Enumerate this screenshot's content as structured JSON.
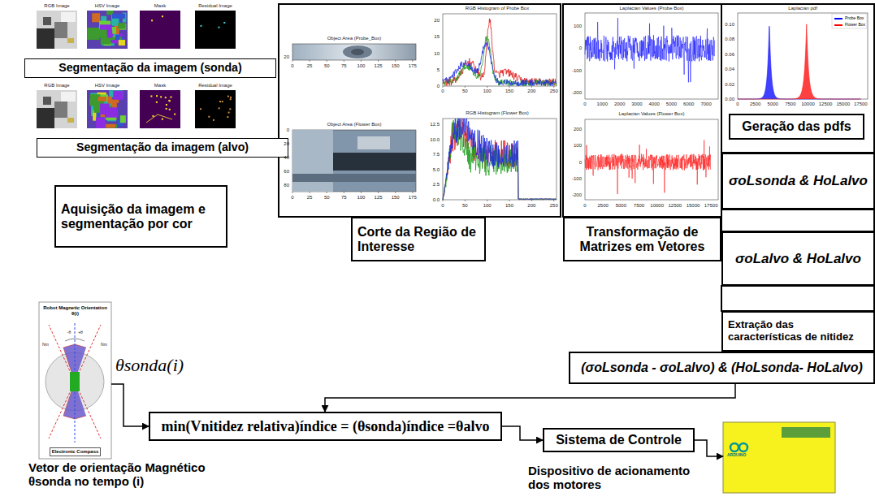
{
  "diagram": {
    "nodes": [
      {
        "text": [
          "Segmentação da imagem (sonda)"
        ]
      },
      {
        "text": [
          "Segmentação da imagem (alvo)"
        ]
      },
      {
        "text": [
          "Aquisição da imagem e segmentação por cor"
        ]
      },
      {
        "text": [
          "Corte da Região de Interesse"
        ]
      },
      {
        "text": [
          "Transformação de Matrizes em Vetores"
        ]
      },
      {
        "text": [
          "Geração das pdfs"
        ]
      },
      {
        "text": [
          "σoLsonda & HoLalvo"
        ]
      },
      {
        "text": [
          "σoLalvo & HoLalvo"
        ]
      },
      {
        "text": [
          "Extração das características de nitidez"
        ]
      },
      {
        "text": [
          "(σoLsonda - σoLalvo) & (HoLsonda- HoLalvo)"
        ]
      },
      {
        "text": [
          "Robot Magnetic Orientation θ(i)",
          "Electronic Compass"
        ]
      },
      {
        "text": [
          "min(Vnitidez relativa)índice = (θsonda)índice =θalvo"
        ]
      },
      {
        "text": [
          "Sistema de Controle"
        ]
      },
      {
        "text": [
          "ARDUINO"
        ]
      }
    ],
    "edges": [
      {
        "from": 10,
        "to": 11,
        "arrow": "to"
      },
      {
        "from": 9,
        "to": 11,
        "arrow": "to"
      },
      {
        "from": 11,
        "to": 12,
        "arrow": "to"
      },
      {
        "from": 12,
        "to": 13,
        "arrow": "to"
      }
    ],
    "labels": [
      "RGB Image",
      "HSV Image",
      "Mask",
      "Residual Image",
      "RGB Image",
      "HSV Image",
      "Mask",
      "Residual Image",
      "Object Area (Probe_Box)",
      "20",
      "0",
      "25",
      "50",
      "75",
      "100",
      "125",
      "150",
      "175",
      "RGB Histogram of Probe Box",
      "0",
      "5",
      "10",
      "15",
      "20",
      "0",
      "50",
      "100",
      "150",
      "200",
      "250",
      "Object Area (Flower Box)",
      "0",
      "20",
      "40",
      "60",
      "80",
      "0",
      "25",
      "50",
      "75",
      "100",
      "125",
      "150",
      "175",
      "RGB Histogram (Flower Box)",
      "0.0",
      "2.5",
      "5.0",
      "7.5",
      "10.0",
      "12.5",
      "0",
      "50",
      "100",
      "150",
      "200",
      "250",
      "Laplacian Values (Probe Box)",
      "100",
      "0",
      "-100",
      "-200",
      "0",
      "1000",
      "2000",
      "3000",
      "4000",
      "5000",
      "6000",
      "7000",
      "Laplacian Values (Flower Box)",
      "200",
      "100",
      "0",
      "-100",
      "-200",
      "0",
      "2500",
      "5000",
      "7500",
      "10000",
      "12500",
      "15000",
      "17500",
      "Laplacian pdf",
      "0.10",
      "0.08",
      "0.06",
      "0.04",
      "0.02",
      "0.00",
      "0",
      "2500",
      "5000",
      "7500",
      "10000",
      "12500",
      "15000",
      "17500",
      "Nm",
      "-θ",
      "+θ",
      "Nm",
      "θsonda(i)",
      "Vetor de orientação Magnético θsonda no tempo (i)",
      "Dispositivo de acionamento dos motores"
    ],
    "legend": [
      {
        "text": "Probe Box",
        "color": "#0000ff"
      },
      {
        "text": "Flower Box",
        "color": "#ff0000"
      }
    ]
  }
}
